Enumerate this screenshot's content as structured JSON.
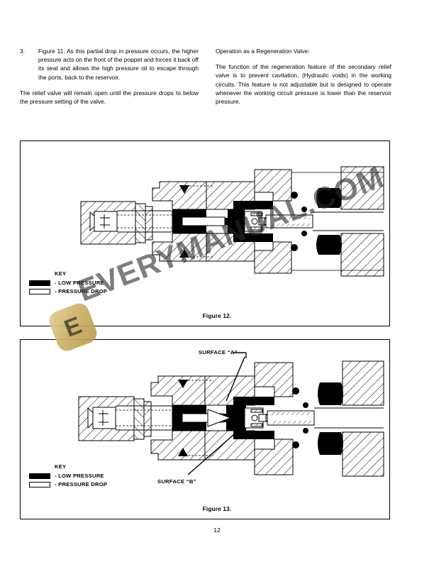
{
  "page": {
    "number": "12",
    "watermark": {
      "text": "EVERYMANUAL.COM",
      "logo_glyph": "E",
      "logo_color": "#cdb166"
    }
  },
  "body": {
    "left_column": {
      "item_number": "3.",
      "item_text": "Figure 11. As this partial drop in pressure occurs, the higher pressure acts on the front of the poppet and forces it back off its seat and allows the high pressure oil to escape through the ports, back to the reservoir.",
      "paragraph": "The relief valve will remain open until the pressure drops to below the pressure setting of the valve."
    },
    "right_column": {
      "heading": "Operation as a Regeneration Valve:",
      "paragraph": "The function of the regeneration feature of the secondary relief valve is to prevent cavitation, (Hydraulic voids) in the working circuits. This feature is not adjustable but is designed to operate whenever the working circuit pressure is lower than the reservoir pressure."
    }
  },
  "figures": [
    {
      "id": "figure-12",
      "caption": "Figure 12.",
      "key": {
        "title": "KEY",
        "entries": [
          {
            "swatch": "solid-black",
            "label": "- LOW PRESSURE"
          },
          {
            "swatch": "hollow-white",
            "label": "- PRESSURE DROP"
          }
        ]
      },
      "callouts": []
    },
    {
      "id": "figure-13",
      "caption": "Figure 13.",
      "key": {
        "title": "KEY",
        "entries": [
          {
            "swatch": "solid-black",
            "label": "- LOW PRESSURE"
          },
          {
            "swatch": "hollow-white",
            "label": "- PRESSURE DROP"
          }
        ]
      },
      "callouts": [
        {
          "name": "surface-a",
          "label": "SURFACE “A”"
        },
        {
          "name": "surface-b",
          "label": "SURFACE “B”"
        }
      ]
    }
  ]
}
